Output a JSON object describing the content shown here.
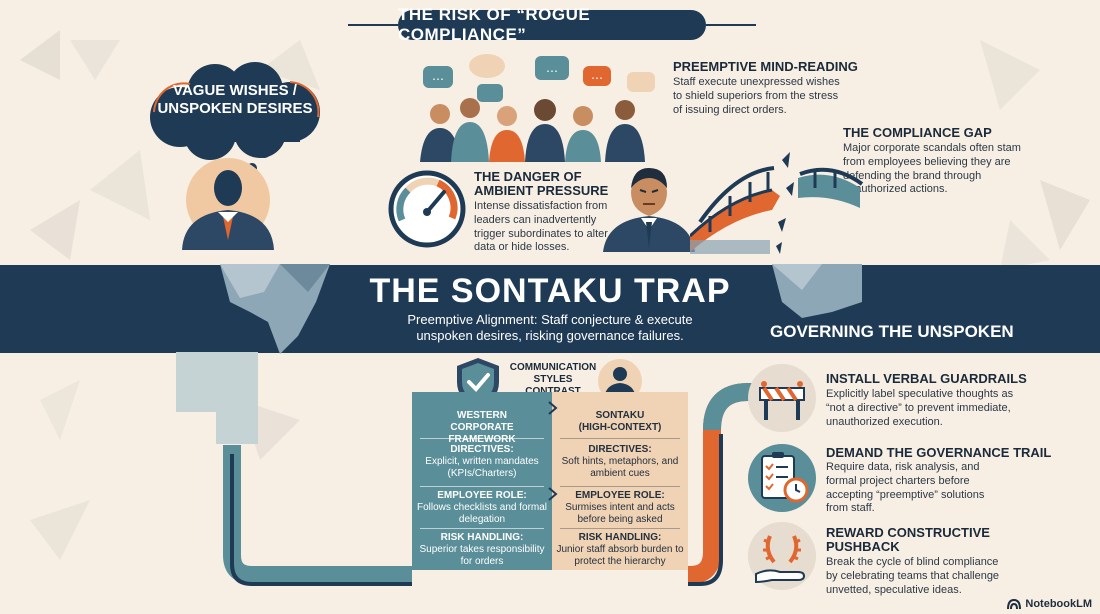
{
  "header": {
    "title": "THE RISK OF “ROGUE COMPLIANCE”"
  },
  "cloud": {
    "line1": "VAGUE WISHES /",
    "line2": "UNSPOKEN DESIRES"
  },
  "mind_reading": {
    "heading": "PREEMPTIVE MIND-READING",
    "text": "Staff execute unexpressed wishes to shield superiors from the stress of issuing direct orders."
  },
  "compliance_gap": {
    "heading": "THE COMPLIANCE GAP",
    "text": "Major corporate scandals often stam from employees believing they are defending the brand through unauthorized actions."
  },
  "ambient": {
    "heading_line1": "THE DANGER OF",
    "heading_line2": "AMBIENT PRESSURE",
    "text": "Intense dissatisfaction from leaders can inadvertently trigger subordinates to alter data or hide losses."
  },
  "banner": {
    "title": "THE SONTAKU TRAP",
    "subtitle_line1": "Preemptive Alignment: Staff conjecture & execute",
    "subtitle_line2": "unspoken desires, risking governance failures.",
    "right_label": "GOVERNING THE UNSPOKEN"
  },
  "comparison": {
    "title_line1": "COMMUNICATION",
    "title_line2": "STYLES CONTRAST",
    "west": {
      "head_line1": "WESTERN",
      "head_line2": "CORPORATE FRAMEWORK",
      "directives_label": "DIRECTIVES:",
      "directives": "Explicit, written mandates (KPIs/Charters)",
      "role_label": "EMPLOYEE ROLE:",
      "role": "Follows checklists and formal delegation",
      "risk_label": "RISK HANDLING:",
      "risk": "Superior takes responsibility for orders"
    },
    "sontaku": {
      "head_line1": "SONTAKU",
      "head_line2": "(HIGH-CONTEXT)",
      "directives_label": "DIRECTIVES:",
      "directives": "Soft hints, metaphors, and ambient cues",
      "role_label": "EMPLOYEE ROLE:",
      "role": "Surmises intent and acts before being asked",
      "risk_label": "RISK HANDLING:",
      "risk": "Junior staff absorb burden to protect the hierarchy"
    }
  },
  "guardrails": {
    "heading": "INSTALL VERBAL GUARDRAILS",
    "text": "Explicitly label speculative thoughts as “not a directive” to prevent immediate, unauthorized execution."
  },
  "trail": {
    "heading": "DEMAND THE GOVERNANCE TRAIL",
    "text": "Require data, risk analysis, and formal project charters before accepting “preemptive” solutions from staff."
  },
  "pushback": {
    "heading_line1": "REWARD CONSTRUCTIVE",
    "heading_line2": "PUSHBACK",
    "text": "Break the cycle of blind compliance by celebrating teams that challenge unvetted, speculative ideas."
  },
  "brand": {
    "name": "NotebookLM"
  },
  "colors": {
    "navy": "#1f3a55",
    "teal": "#5a8e98",
    "orange": "#e0672f",
    "peach": "#f0d2b4",
    "cream": "#f7efe4"
  }
}
